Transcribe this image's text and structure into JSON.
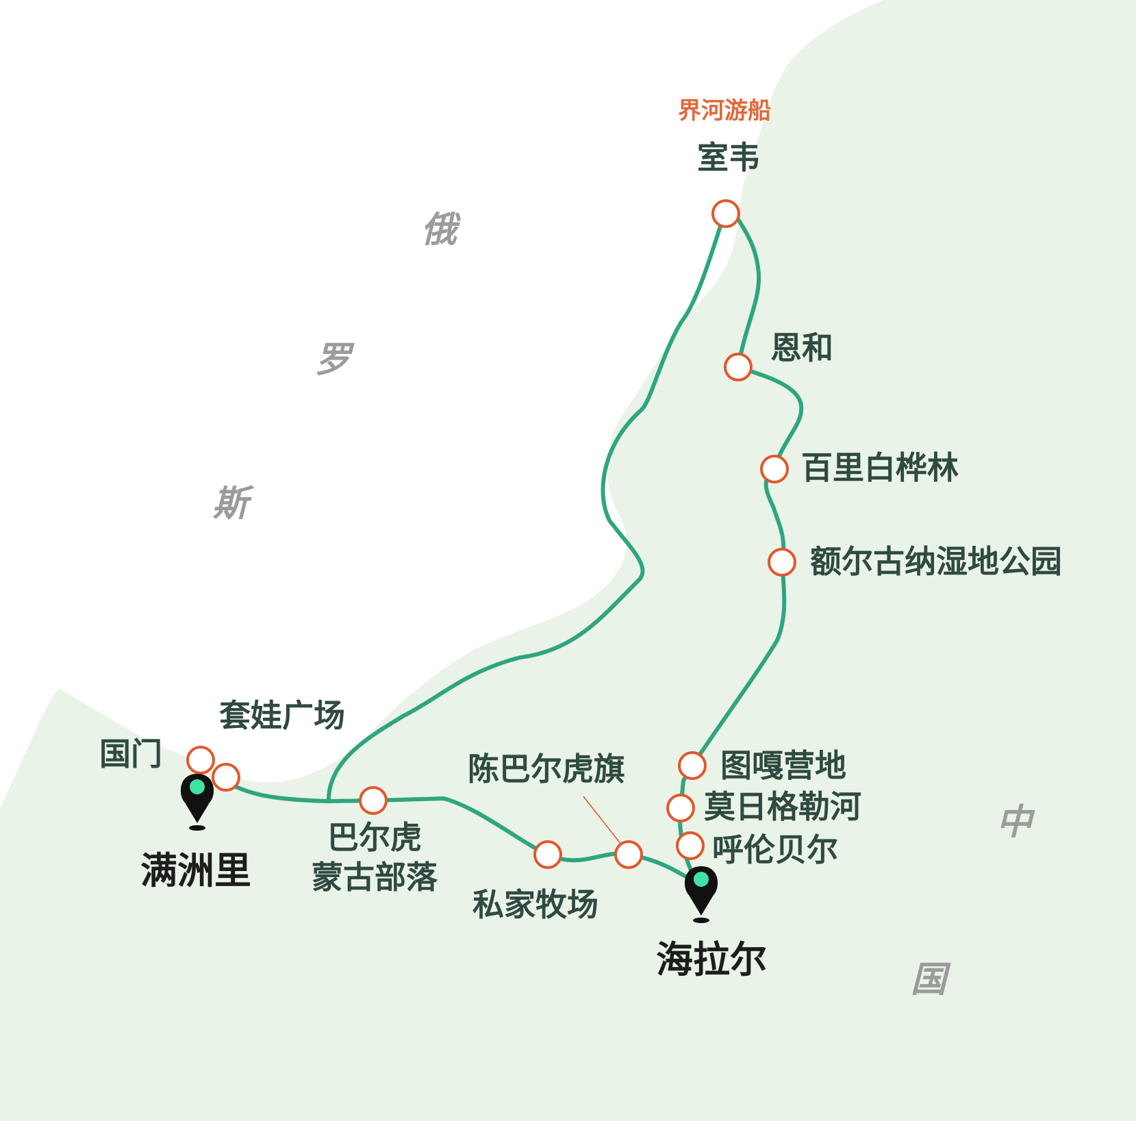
{
  "colors": {
    "land": "#eaf3e7",
    "route": "#2fa57e",
    "stop_ring": "#e0582c",
    "stop_fill": "#ffffff",
    "pin": "#111111",
    "pin_dot": "#3fe3a6",
    "text": "#2f4a40",
    "highlight": "#e2683c",
    "country_text": "#9a9c9b"
  },
  "countries": {
    "russia": [
      "俄",
      "罗",
      "斯"
    ],
    "china": [
      "中",
      "国"
    ]
  },
  "highlight": "界河游船",
  "cities": {
    "manzhouli": "满洲里",
    "hailar": "海拉尔"
  },
  "stops": {
    "shiwei": "室韦",
    "enhe": "恩和",
    "birch": "百里白桦林",
    "ergun_wetland": "额尔古纳湿地公园",
    "tuga": "图嘎营地",
    "morigele": "莫日格勒河",
    "hulunbuir": "呼伦贝尔",
    "guomen": "国门",
    "taowa": "套娃广场",
    "barhu": "巴尔虎",
    "mongol_tribe": "蒙古部落",
    "ranch": "私家牧场",
    "chenbarhu": "陈巴尔虎旗"
  }
}
